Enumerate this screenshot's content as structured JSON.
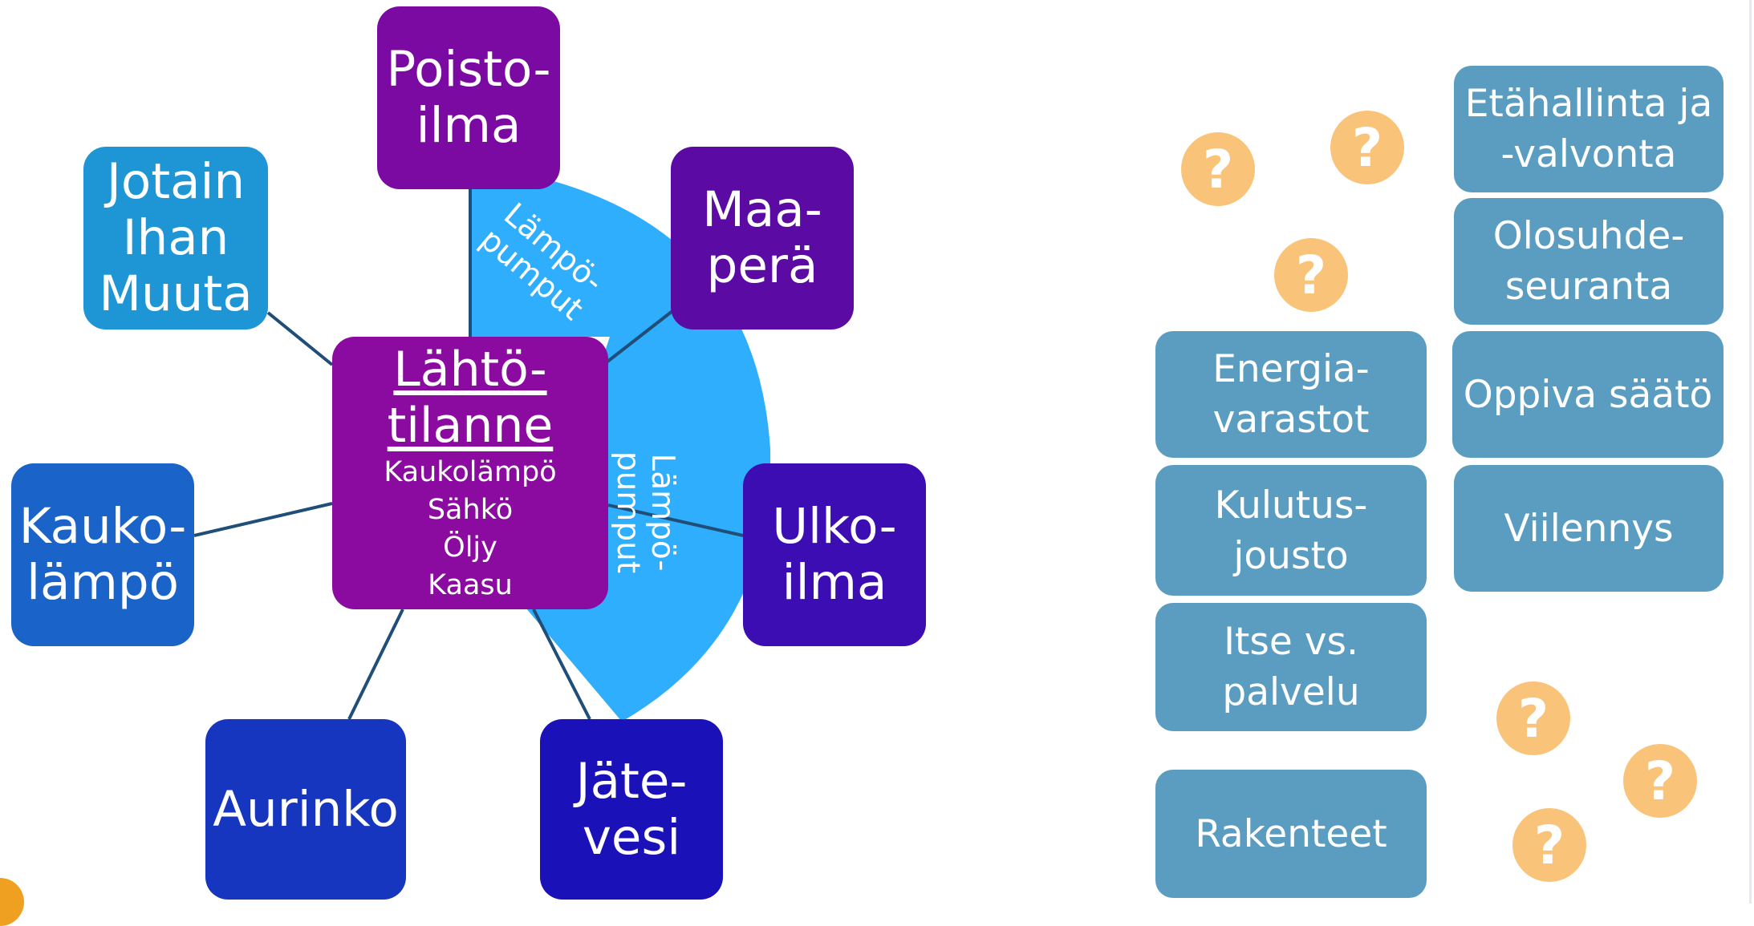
{
  "center": {
    "title_lines": [
      "Lähtö-",
      "tilanne"
    ],
    "items": [
      "Kaukolämpö",
      "Sähkö",
      "Öljy",
      "Kaasu"
    ],
    "color": "#8b0aa0"
  },
  "nodes": [
    {
      "id": "poistoilma",
      "lines": [
        "Poisto-",
        "ilma"
      ],
      "color": "#7a0aa2"
    },
    {
      "id": "maapera",
      "lines": [
        "Maa-",
        "perä"
      ],
      "color": "#5c0aa4"
    },
    {
      "id": "ulkoilma",
      "lines": [
        "Ulko-",
        "ilma"
      ],
      "color": "#3b0db2"
    },
    {
      "id": "jatevesi",
      "lines": [
        "Jäte-",
        "vesi"
      ],
      "color": "#1a12b8"
    },
    {
      "id": "aurinko",
      "lines": [
        "Aurinko"
      ],
      "color": "#1736c0"
    },
    {
      "id": "kaukolampo",
      "lines": [
        "Kauko-",
        "lämpö"
      ],
      "color": "#1a63c9"
    },
    {
      "id": "jotain",
      "lines": [
        "Jotain",
        "Ihan",
        "Muuta"
      ],
      "color": "#1e95d4"
    }
  ],
  "heat_pump_labels": [
    {
      "lines": [
        "Lämpö-",
        "pumput"
      ]
    },
    {
      "lines": [
        "Lämpö-",
        "pumput"
      ]
    }
  ],
  "heat_pump_area_color": "#2eaefc",
  "tiles": [
    {
      "id": "etahallinta",
      "lines": [
        "Etähallinta ja",
        "-valvonta"
      ]
    },
    {
      "id": "olosuhdeseuranta",
      "lines": [
        "Olosuhde-",
        "seuranta"
      ]
    },
    {
      "id": "energiavarastot",
      "lines": [
        "Energia-",
        "varastot"
      ]
    },
    {
      "id": "oppiva-saato",
      "lines": [
        "Oppiva säätö"
      ]
    },
    {
      "id": "kulutusjousto",
      "lines": [
        "Kulutus-",
        "jousto"
      ]
    },
    {
      "id": "viilennys",
      "lines": [
        "Viilennys"
      ]
    },
    {
      "id": "itse-vs-palvelu",
      "lines": [
        "Itse vs.",
        "palvelu"
      ]
    },
    {
      "id": "rakenteet",
      "lines": [
        "Rakenteet"
      ]
    }
  ],
  "tile_color": "#5b9dc0",
  "question_marks": [
    "?",
    "?",
    "?",
    "?",
    "?",
    "?"
  ],
  "question_mark_color": "#f9c47a"
}
